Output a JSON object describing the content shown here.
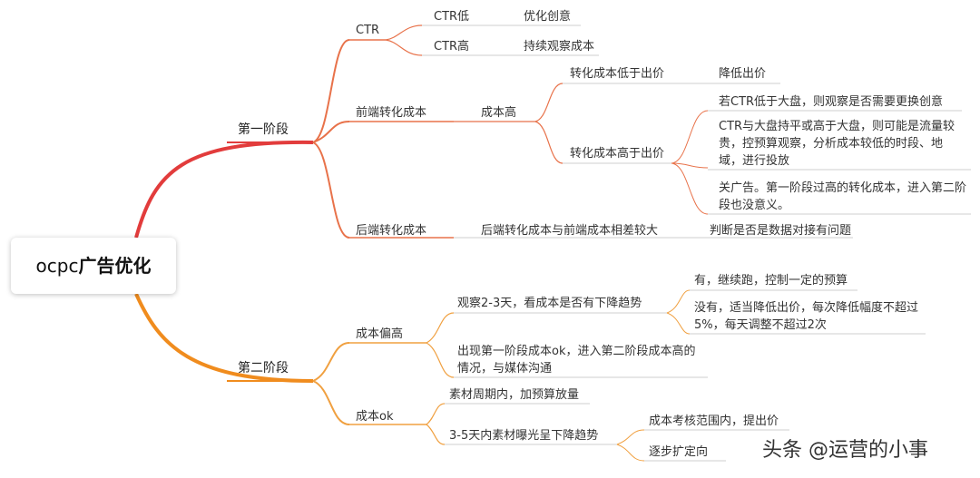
{
  "root": {
    "prefix": "ocpc",
    "bold": "广告优化"
  },
  "stage1": {
    "label": "第一阶段",
    "ctr": {
      "label": "CTR",
      "low": "CTR低",
      "low_action": "优化创意",
      "high": "CTR高",
      "high_action": "持续观察成本"
    },
    "front": {
      "label": "前端转化成本",
      "high": "成本高",
      "below_bid": "转化成本低于出价",
      "below_action": "降低出价",
      "above_bid": "转化成本高于出价",
      "above_actions": [
        "若CTR低于大盘，则观察是否需要更换创意",
        "CTR与大盘持平或高于大盘，则可能是流量较贵，控预算观察，分析成本较低的时段、地域，进行投放",
        "关广告。第一阶段过高的转化成本，进入第二阶段也没意义。"
      ]
    },
    "back": {
      "label": "后端转化成本",
      "gap": "后端转化成本与前端成本相差较大",
      "check": "判断是否是数据对接有问题"
    }
  },
  "stage2": {
    "label": "第二阶段",
    "high_cost": {
      "label": "成本偏高",
      "observe": "观察2-3天，看成本是否有下降趋势",
      "yes": "有，继续跑，控制一定的预算",
      "no": "没有，适当降低出价，每次降低幅度不超过5%，每天调整不超过2次",
      "stage1_ok": "出现第一阶段成本ok，进入第二阶段成本高的情况，与媒体沟通"
    },
    "ok_cost": {
      "label": "成本ok",
      "in_period": "素材周期内，加预算放量",
      "decline": "3-5天内素材曝光呈下降趋势",
      "raise": "成本考核范围内，提出价",
      "expand": "逐步扩定向"
    }
  },
  "watermark": "头条 @运营的小事",
  "colors": {
    "stage1_main": "#e23c3c",
    "stage1_branch": "#e8724a",
    "stage2_main": "#f08c1e",
    "stage2_branch": "#f0a040",
    "underline": "#cfcfcf"
  }
}
